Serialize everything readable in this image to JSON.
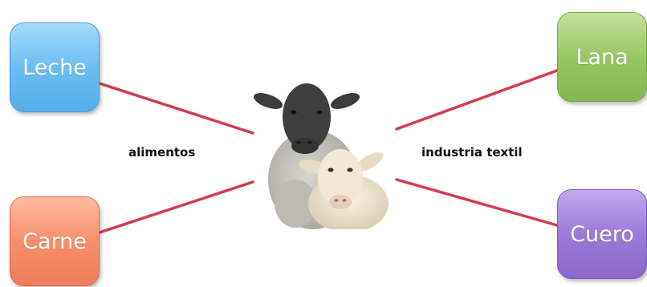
{
  "nodes": {
    "leche": "Leche",
    "carne": "Carne",
    "lana": "Lana",
    "cuero": "Cuero"
  },
  "edge_labels": {
    "left": "alimentos",
    "right": "industria textil"
  },
  "center_image": {
    "icon": "sheep-icon"
  },
  "colors": {
    "connector": "#d43c4c",
    "leche": "#6cbdf2",
    "carne": "#f78f6d",
    "lana": "#98c664",
    "cuero": "#9b7ad8"
  }
}
